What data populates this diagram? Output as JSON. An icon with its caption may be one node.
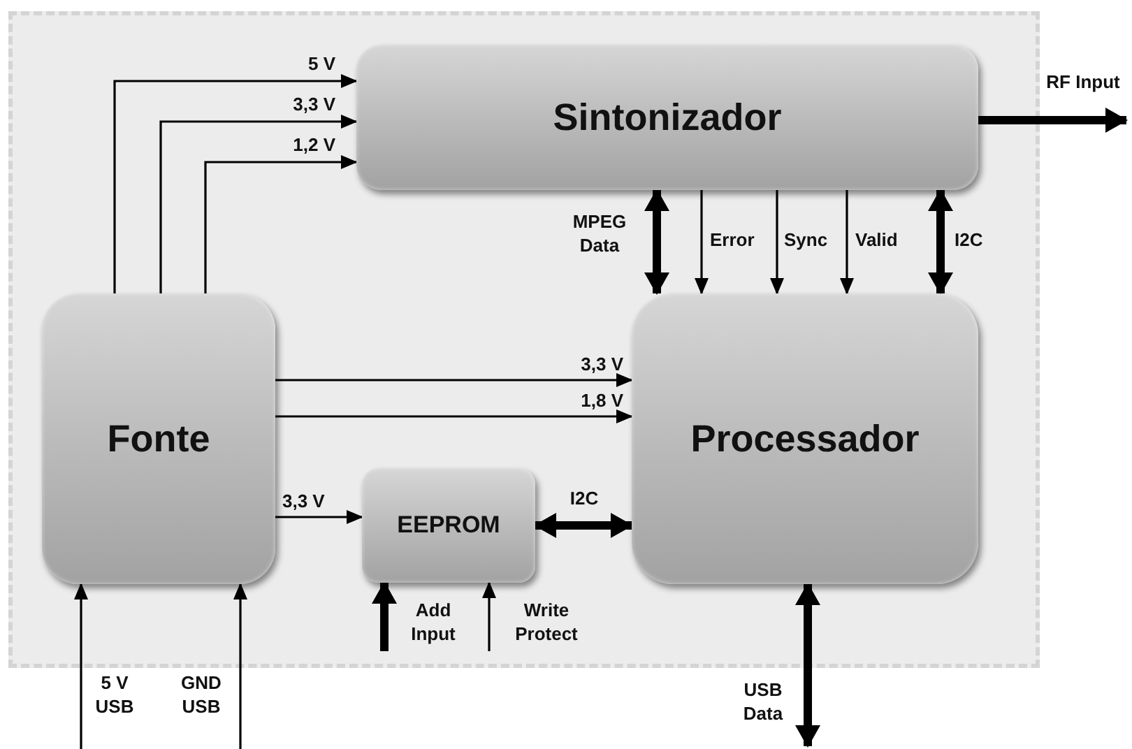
{
  "diagram": {
    "nodes": [
      {
        "text": [
          "Sintonizador"
        ]
      },
      {
        "text": [
          "Fonte"
        ]
      },
      {
        "text": [
          "Processador"
        ]
      },
      {
        "text": [
          "EEPROM"
        ]
      }
    ],
    "edges": [
      {
        "from": 1,
        "to": 0,
        "arrow": "to",
        "label": "5 V"
      },
      {
        "from": 1,
        "to": 0,
        "arrow": "to",
        "label": "3,3 V"
      },
      {
        "from": 1,
        "to": 0,
        "arrow": "to",
        "label": "1,2 V"
      },
      {
        "from": 0,
        "to": null,
        "arrow": "to",
        "label": "RF Input",
        "style": "thick"
      },
      {
        "from": 0,
        "to": 2,
        "arrow": "both",
        "label": "MPEG Data",
        "style": "thick"
      },
      {
        "from": 0,
        "to": 2,
        "arrow": "to",
        "label": "Error"
      },
      {
        "from": 0,
        "to": 2,
        "arrow": "to",
        "label": "Sync"
      },
      {
        "from": 0,
        "to": 2,
        "arrow": "to",
        "label": "Valid"
      },
      {
        "from": 0,
        "to": 2,
        "arrow": "both",
        "label": "I2C",
        "style": "thick"
      },
      {
        "from": 1,
        "to": 2,
        "arrow": "to",
        "label": "3,3 V"
      },
      {
        "from": 1,
        "to": 2,
        "arrow": "to",
        "label": "1,8 V"
      },
      {
        "from": 1,
        "to": 3,
        "arrow": "to",
        "label": "3,3 V"
      },
      {
        "from": 3,
        "to": 2,
        "arrow": "both",
        "label": "I2C",
        "style": "thick"
      },
      {
        "from": null,
        "to": 3,
        "arrow": "to",
        "label": "Add Input",
        "style": "thick"
      },
      {
        "from": null,
        "to": 3,
        "arrow": "to",
        "label": "Write Protect"
      },
      {
        "from": null,
        "to": 1,
        "arrow": "to",
        "label": "5 V USB"
      },
      {
        "from": null,
        "to": 1,
        "arrow": "to",
        "label": "GND USB"
      },
      {
        "from": 2,
        "to": null,
        "arrow": "both",
        "label": "USB Data",
        "style": "thick"
      }
    ]
  }
}
